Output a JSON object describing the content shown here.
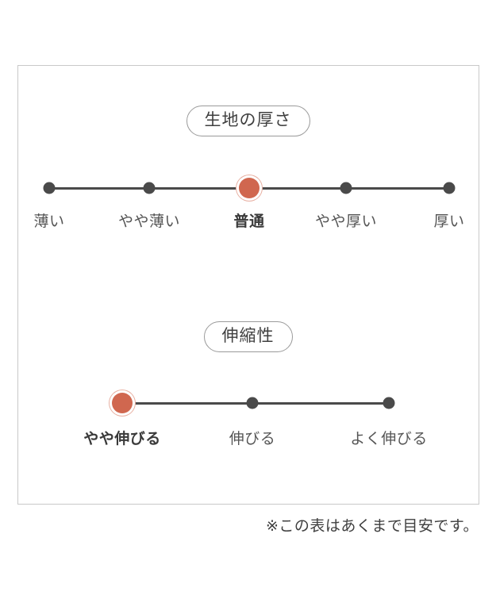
{
  "theme": {
    "frame_border_color": "#c9c9c9",
    "track_color": "#4a4a4a",
    "dot_color": "#4a4a4a",
    "active_color": "#d0674f",
    "active_ring_color": "#e8b0a2",
    "label_color": "#555555",
    "active_label_color": "#3a3a3a",
    "background": "#ffffff"
  },
  "sections": [
    {
      "id": "fabric-thickness",
      "title": "生地の厚さ",
      "selected_index": 2,
      "points": [
        {
          "label": "薄い",
          "x_pct": 0
        },
        {
          "label": "やや薄い",
          "x_pct": 25
        },
        {
          "label": "普通",
          "x_pct": 50
        },
        {
          "label": "やや厚い",
          "x_pct": 74.2
        },
        {
          "label": "厚い",
          "x_pct": 100
        }
      ]
    },
    {
      "id": "stretchiness",
      "title": "伸縮性",
      "selected_index": 0,
      "points": [
        {
          "label": "やや伸びる",
          "x_pct": 0
        },
        {
          "label": "伸びる",
          "x_pct": 48.8
        },
        {
          "label": "よく伸びる",
          "x_pct": 100
        }
      ]
    }
  ],
  "footnote": "※この表はあくまで目安です。"
}
